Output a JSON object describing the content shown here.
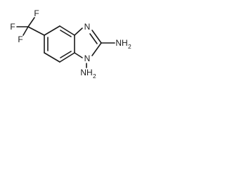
{
  "molecule": {
    "atoms": {
      "f_top": "F",
      "f_left": "F",
      "f_bottom": "F",
      "n3": "N",
      "n1": "N",
      "amine_c2_main": "NH",
      "amine_c2_sub": "2",
      "amine_n1_main": "NH",
      "amine_n1_sub": "2"
    },
    "colors": {
      "bond": "#1a1a1a",
      "label": "#1a1a1a",
      "background": "#ffffff"
    }
  }
}
